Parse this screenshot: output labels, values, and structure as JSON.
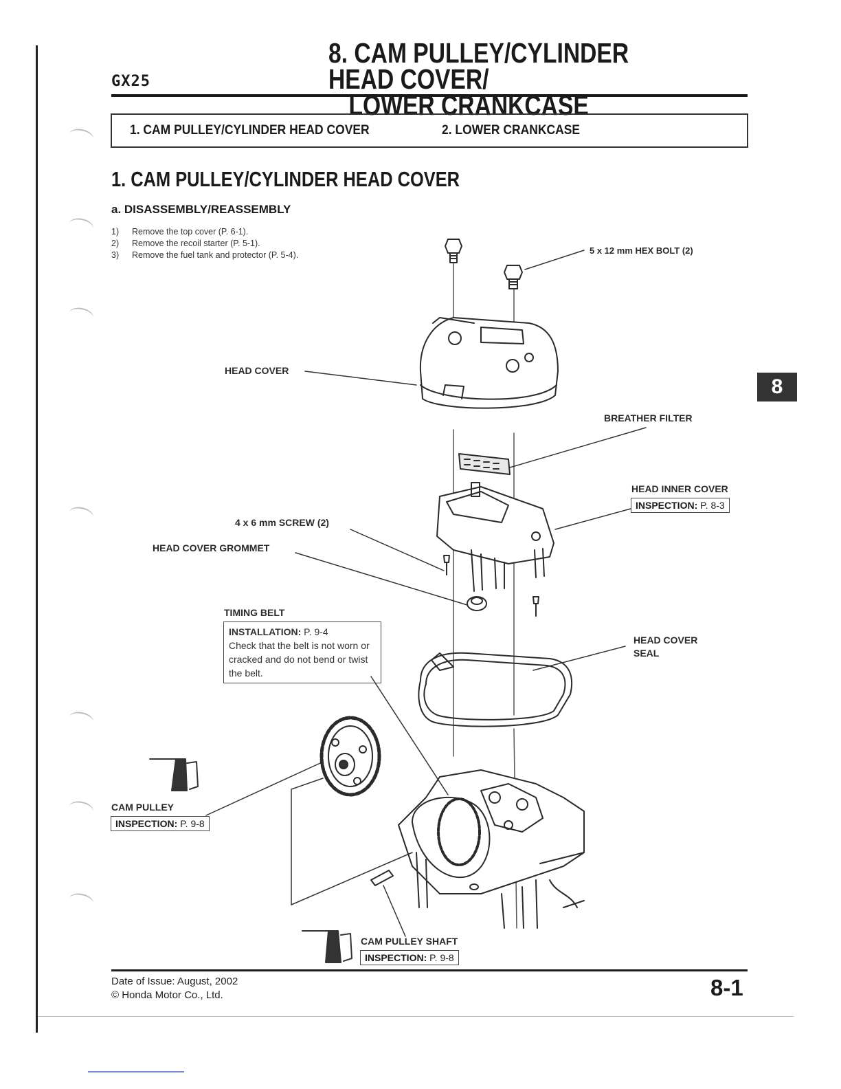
{
  "header": {
    "model": "GX25",
    "chapter_title_line1": "8. CAM PULLEY/CYLINDER HEAD COVER/",
    "chapter_title_line2": "LOWER CRANKCASE"
  },
  "toc": {
    "item1": "1. CAM PULLEY/CYLINDER HEAD COVER",
    "item2": "2. LOWER CRANKCASE"
  },
  "section": {
    "title": "1. CAM PULLEY/CYLINDER HEAD COVER",
    "subtitle": "a. DISASSEMBLY/REASSEMBLY",
    "steps": [
      {
        "num": "1)",
        "text": "Remove the top cover (P. 6-1)."
      },
      {
        "num": "2)",
        "text": "Remove the recoil starter (P. 5-1)."
      },
      {
        "num": "3)",
        "text": "Remove the fuel tank and protector (P. 5-4)."
      }
    ]
  },
  "callouts": {
    "hex_bolt": "5 x 12 mm HEX BOLT (2)",
    "head_cover": "HEAD COVER",
    "breather_filter": "BREATHER FILTER",
    "head_inner_cover": "HEAD INNER COVER",
    "head_inner_inspection_label": "INSPECTION:",
    "head_inner_inspection_ref": "P. 8-3",
    "screw": "4 x 6 mm SCREW (2)",
    "grommet": "HEAD COVER GROMMET",
    "timing_belt": "TIMING BELT",
    "timing_install_label": "INSTALLATION:",
    "timing_install_ref": "P. 9-4",
    "timing_note": "Check that the belt is not worn or cracked and do not bend or twist the belt.",
    "head_cover_seal_line1": "HEAD COVER",
    "head_cover_seal_line2": "SEAL",
    "cam_pulley": "CAM PULLEY",
    "cam_pulley_inspection_label": "INSPECTION:",
    "cam_pulley_inspection_ref": "P. 9-8",
    "cam_shaft": "CAM PULLEY SHAFT",
    "cam_shaft_inspection_label": "INSPECTION:",
    "cam_shaft_inspection_ref": "P. 9-8"
  },
  "side_tab": "8",
  "footer": {
    "date": "Date of Issue: August, 2002",
    "copyright": "© Honda Motor Co., Ltd.",
    "page_number": "8-1"
  }
}
